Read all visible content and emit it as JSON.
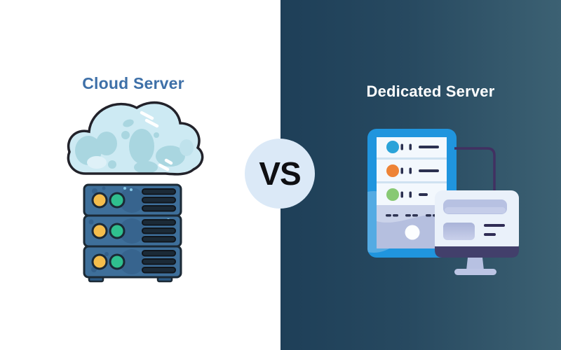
{
  "left_panel": {
    "title": "Cloud Server",
    "title_color": "#3e70a8",
    "background": "#ffffff",
    "illustration": {
      "name": "cloud-server",
      "parts": [
        "cloud",
        "server-rack"
      ],
      "cloud_fill": "#cdeaf3",
      "cloud_blob": "#a9d6e0",
      "outline": "#22222a",
      "rack_fill": "#3e6f9a",
      "rack_blob": "#35618c",
      "led_yellow": "#f4bd4c",
      "led_green": "#2fbf8e",
      "slot_fill": "#1b2a37"
    }
  },
  "badge": {
    "label": "VS",
    "bg": "#dbe9f7",
    "text_color": "#0f0f12"
  },
  "right_panel": {
    "title": "Dedicated Server",
    "title_color": "#ffffff",
    "background_gradient": [
      "#1e3f58",
      "#3c6173"
    ],
    "illustration": {
      "name": "dedicated-server",
      "parts": [
        "server-tower",
        "monitor",
        "cable"
      ],
      "tower_frame": "#2095de",
      "tower_frame_highlight": "#54abe3",
      "panel_white": "#f3f8fd",
      "panel_lavender": "#b5bfdf",
      "led_blue": "#2aa3d9",
      "led_orange": "#ee8336",
      "led_green": "#88c974",
      "detail_dark": "#2b3050",
      "monitor_screen": "#eaf1fa",
      "monitor_strip": "#423f6b",
      "monitor_bar": "#b7c1e2",
      "cable": "#413061"
    }
  }
}
